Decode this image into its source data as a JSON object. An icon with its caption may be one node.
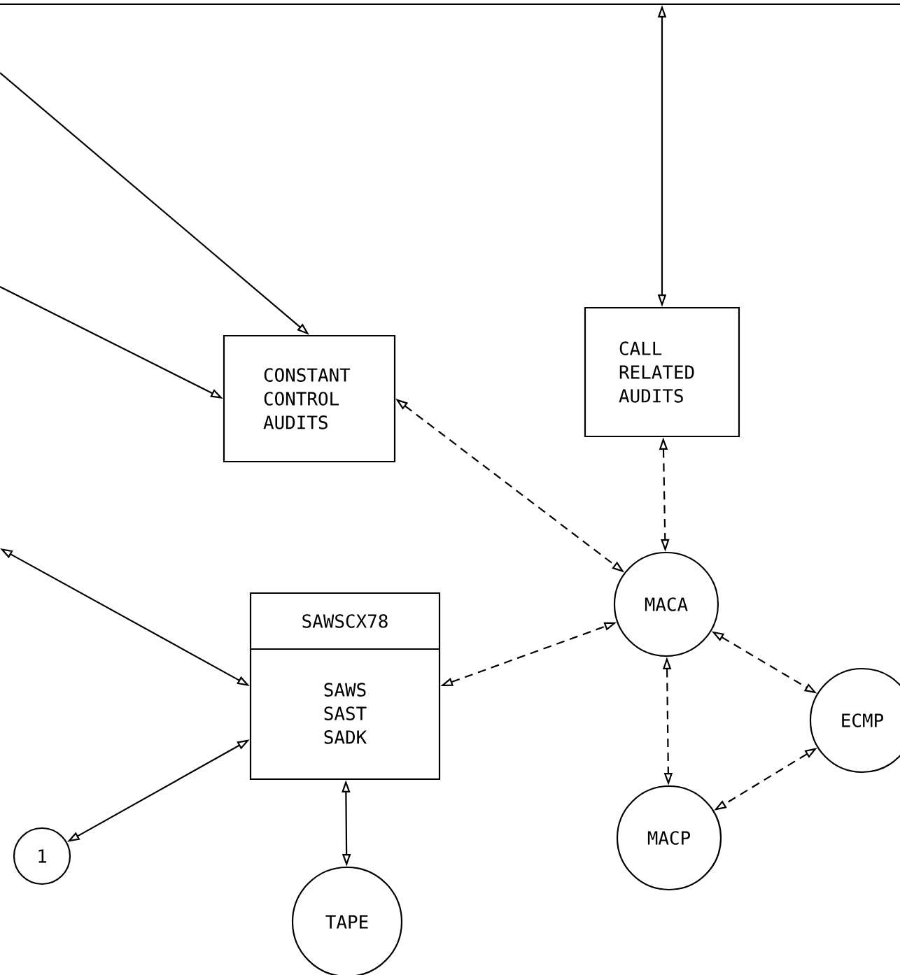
{
  "diagram": {
    "nodes": [
      {
        "text": [],
        "shape": "bar"
      },
      {
        "text": [
          "CONSTANT CONTROL AUDITS"
        ]
      },
      {
        "text": [
          "CALL RELATED AUDITS"
        ]
      },
      {
        "text": [
          "SAWSCX78",
          "SAWS SAST SADK"
        ]
      },
      {
        "text": [
          "MACA"
        ]
      },
      {
        "text": [
          "ECMP"
        ]
      },
      {
        "text": [
          "MACP"
        ]
      },
      {
        "text": [
          "1"
        ]
      },
      {
        "text": [
          "TAPE"
        ]
      }
    ],
    "edges": [
      {
        "from": null,
        "to": 1,
        "arrow": "to"
      },
      {
        "from": null,
        "to": 1,
        "arrow": "to"
      },
      {
        "from": 0,
        "to": 2,
        "arrow": "both"
      },
      {
        "from": 1,
        "to": 4,
        "arrow": "both",
        "style": "dashed"
      },
      {
        "from": 2,
        "to": 4,
        "arrow": "both",
        "style": "dashed"
      },
      {
        "from": null,
        "to": 3,
        "arrow": "both"
      },
      {
        "from": 3,
        "to": 4,
        "arrow": "both",
        "style": "dashed"
      },
      {
        "from": 7,
        "to": 3,
        "arrow": "both"
      },
      {
        "from": 3,
        "to": 8,
        "arrow": "both"
      },
      {
        "from": 4,
        "to": 5,
        "arrow": "both",
        "style": "dashed"
      },
      {
        "from": 4,
        "to": 6,
        "arrow": "both",
        "style": "dashed"
      },
      {
        "from": 5,
        "to": 6,
        "arrow": "both",
        "style": "dashed"
      }
    ]
  }
}
